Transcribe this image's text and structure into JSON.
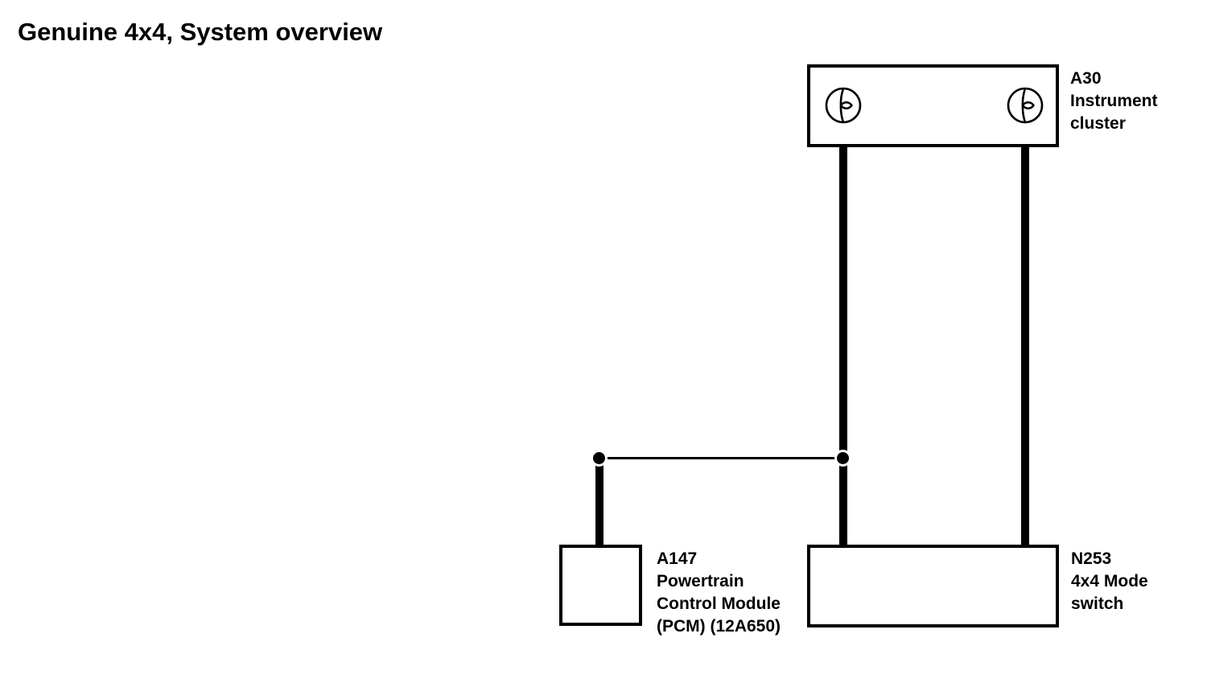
{
  "title": "Genuine 4x4, System overview",
  "colors": {
    "ink": "#000000",
    "paper": "#ffffff"
  },
  "components": {
    "instrument_cluster": {
      "code": "A30",
      "name_lines": [
        "Instrument",
        "cluster"
      ],
      "lamp_count": 2
    },
    "pcm": {
      "code": "A147",
      "name_lines": [
        "Powertrain",
        "Control Module",
        "(PCM) (12A650)"
      ]
    },
    "mode_switch": {
      "code": "N253",
      "name_lines": [
        "4x4 Mode",
        "switch"
      ]
    }
  },
  "icons": {
    "lamp": "indicator-lamp-icon"
  }
}
